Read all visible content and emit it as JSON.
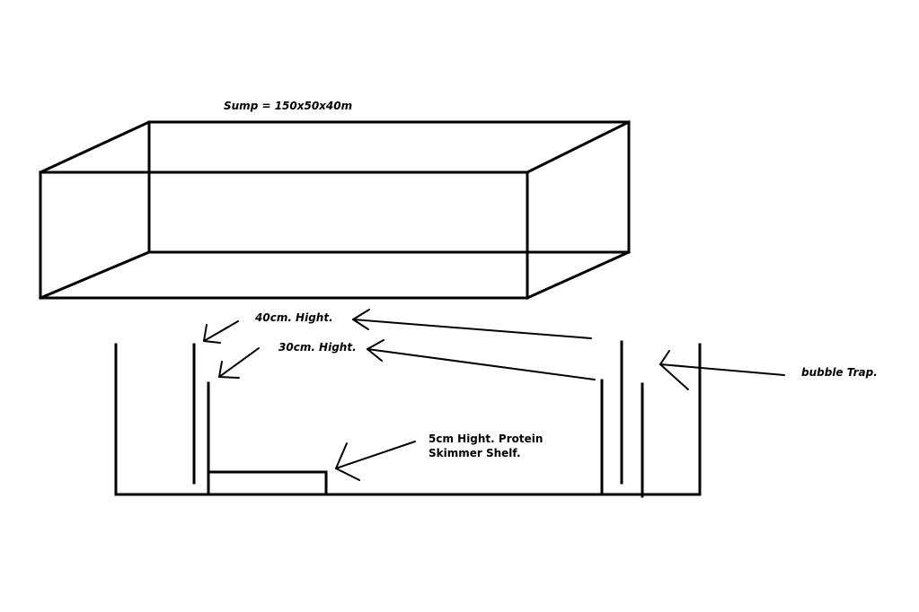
{
  "labels": {
    "title": "Sump = 150x50x40m",
    "weir_40": "40cm. Hight.",
    "weir_30": "30cm. Hight.",
    "bubble_trap": "bubble Trap.",
    "shelf_line1": "5cm Hight. Protein",
    "shelf_line2": "Skimmer Shelf."
  },
  "colors": {
    "background": "#ffffff",
    "ink": "#000000"
  }
}
